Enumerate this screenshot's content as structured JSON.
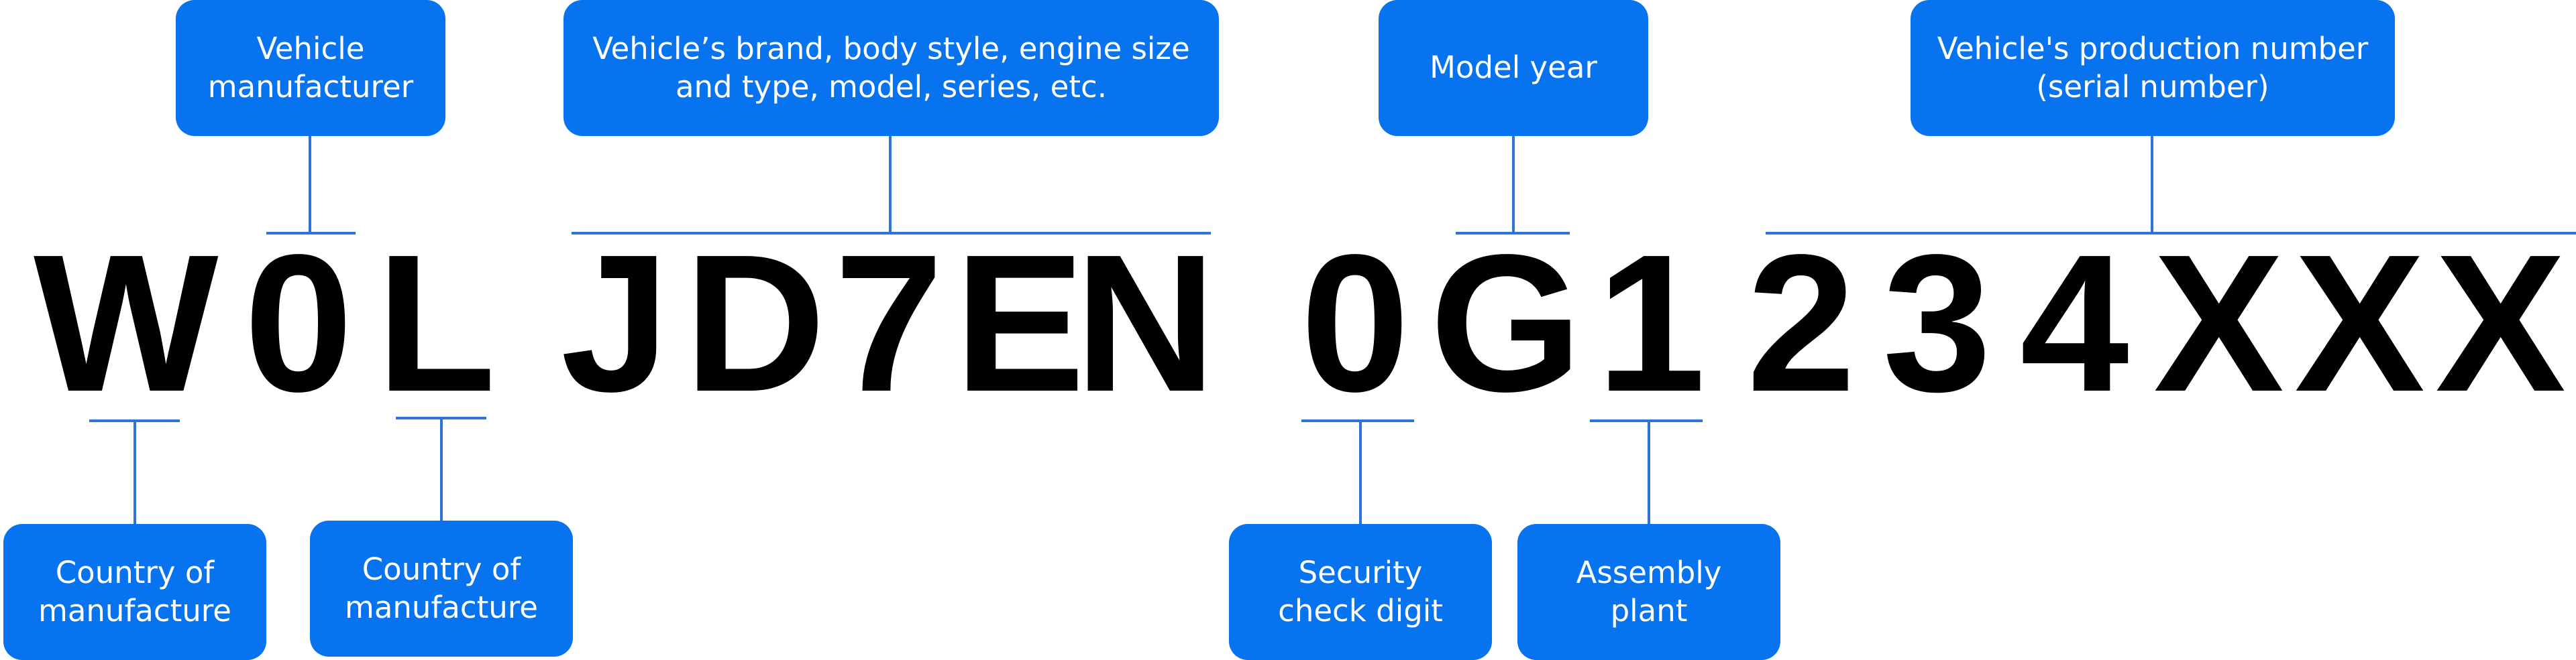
{
  "vin_characters": [
    "W",
    "0",
    "L",
    "J",
    "D",
    "7",
    "E",
    "N",
    "0",
    "G",
    "1",
    "2",
    "3",
    "4",
    "X",
    "X",
    "X"
  ],
  "labels": {
    "vehicle_manufacturer": "Vehicle\nmanufacturer",
    "brand_body_engine": "Vehicle’s brand, body style, engine size\nand type, model, series, etc.",
    "model_year": "Model year",
    "production_number": "Vehicle's production number\n(serial number)",
    "country_of_manufacture_1": "Country of\nmanufacture",
    "country_of_manufacture_2": "Country of\nmanufacture",
    "security_check_digit": "Security\ncheck digit",
    "assembly_plant": "Assembly\nplant"
  },
  "colors": {
    "label_fill": "#0873ee",
    "label_text": "#ffffff",
    "connector": "#2e74d6",
    "vin_text": "#000000"
  }
}
